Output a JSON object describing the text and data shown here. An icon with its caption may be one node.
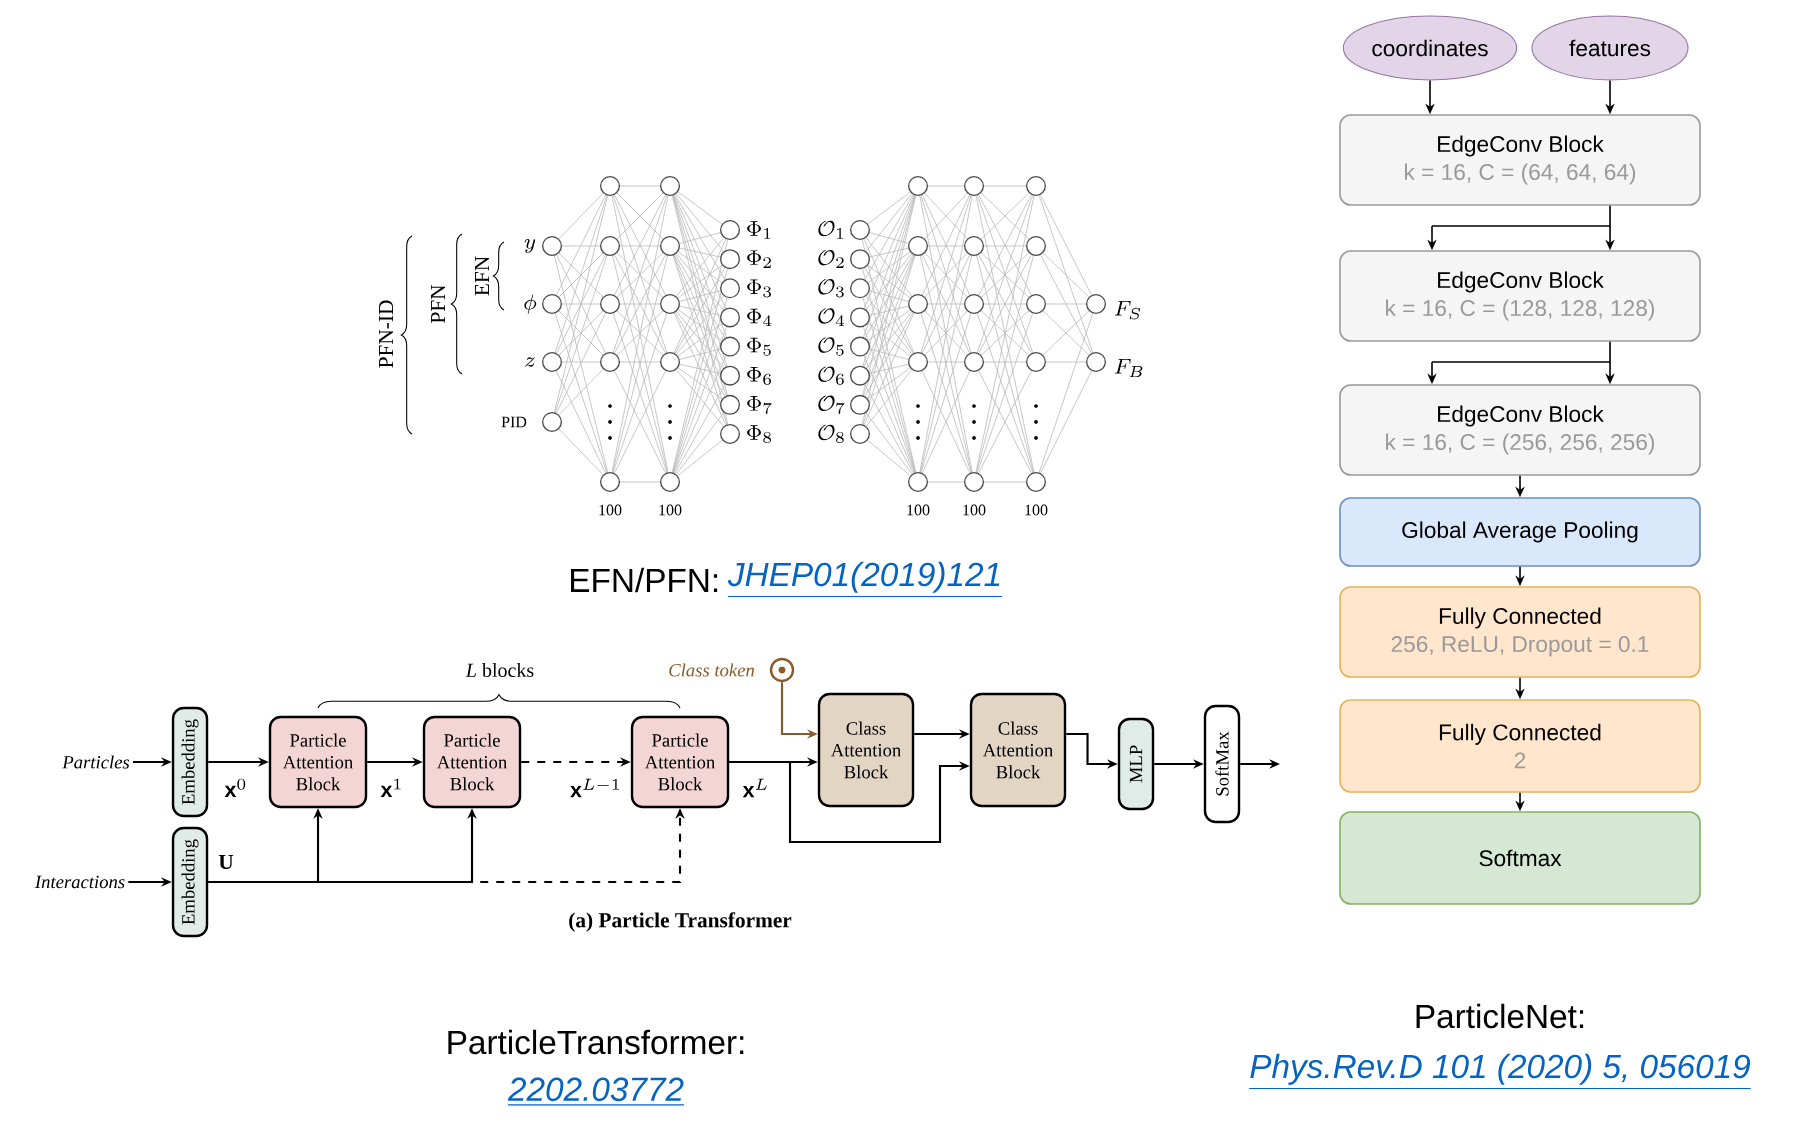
{
  "diagram": {
    "nodes": [
      {
        "text": [
          "coordinates"
        ]
      },
      {
        "text": [
          "features"
        ]
      },
      {
        "text": [
          "EdgeConv Block",
          "k = 16, C = (64, 64, 64)"
        ]
      },
      {
        "text": [
          "EdgeConv Block",
          "k = 16, C = (128, 128, 128)"
        ]
      },
      {
        "text": [
          "EdgeConv Block",
          "k = 16, C = (256, 256, 256)"
        ]
      },
      {
        "text": [
          "Global Average Pooling"
        ]
      },
      {
        "text": [
          "Fully Connected",
          "256, ReLU, Dropout = 0.1"
        ]
      },
      {
        "text": [
          "Fully Connected",
          "2"
        ]
      },
      {
        "text": [
          "Softmax"
        ]
      },
      {
        "text": [
          "Particles"
        ]
      },
      {
        "text": [
          "Interactions"
        ]
      },
      {
        "text": [
          "Embedding"
        ]
      },
      {
        "text": [
          "Embedding"
        ]
      },
      {
        "text": [
          "Particle Attention Block"
        ]
      },
      {
        "text": [
          "Particle Attention Block"
        ]
      },
      {
        "text": [
          "Particle Attention Block"
        ]
      },
      {
        "text": [],
        "shape": "circle",
        "beside": [
          "Class token"
        ]
      },
      {
        "text": [
          "Class Attention Block"
        ]
      },
      {
        "text": [
          "Class Attention Block"
        ]
      },
      {
        "text": [
          "MLP"
        ]
      },
      {
        "text": [
          "SoftMax"
        ]
      }
    ],
    "edges": [
      {
        "from": 0,
        "to": 2,
        "arrow": "to"
      },
      {
        "from": 1,
        "to": 2,
        "arrow": "to"
      },
      {
        "from": 2,
        "to": 3,
        "arrow": "to"
      },
      {
        "from": 3,
        "to": 4,
        "arrow": "to"
      },
      {
        "from": 4,
        "to": 5,
        "arrow": "to"
      },
      {
        "from": 5,
        "to": 6,
        "arrow": "to"
      },
      {
        "from": 6,
        "to": 7,
        "arrow": "to"
      },
      {
        "from": 7,
        "to": 8,
        "arrow": "to"
      },
      {
        "from": 9,
        "to": 11,
        "arrow": "to"
      },
      {
        "from": 10,
        "to": 12,
        "arrow": "to"
      },
      {
        "from": 11,
        "to": 13,
        "arrow": "to",
        "label": "\\mathbf{x}^{0}"
      },
      {
        "from": 13,
        "to": 14,
        "arrow": "to",
        "label": "\\mathbf{x}^{1}"
      },
      {
        "from": 14,
        "to": 15,
        "arrow": "to",
        "label": "\\mathbf{x}^{L-1}",
        "style": "dashed"
      },
      {
        "from": 12,
        "to": 13,
        "arrow": "to",
        "label": "U"
      },
      {
        "from": 12,
        "to": 14,
        "arrow": "to"
      },
      {
        "from": 12,
        "to": 15,
        "arrow": "to",
        "style": "dashed"
      },
      {
        "from": 15,
        "to": 17,
        "arrow": "to",
        "label": "\\mathbf{x}^{L}"
      },
      {
        "from": 15,
        "to": 18,
        "arrow": "to"
      },
      {
        "from": 16,
        "to": 17,
        "arrow": "to",
        "color": "#8b5a2b"
      },
      {
        "from": 17,
        "to": 18,
        "arrow": "to"
      },
      {
        "from": 18,
        "to": 19,
        "arrow": "to"
      },
      {
        "from": 19,
        "to": 20,
        "arrow": "to"
      },
      {
        "from": 20,
        "to": null,
        "arrow": "to"
      }
    ],
    "labels": [
      "PFN-ID",
      "PFN",
      "EFN",
      "y",
      "\\phi",
      "z",
      "PID",
      "\\Phi_{1}",
      "\\Phi_{2}",
      "\\Phi_{3}",
      "\\Phi_{4}",
      "\\Phi_{5}",
      "\\Phi_{6}",
      "\\Phi_{7}",
      "\\Phi_{8}",
      "\\mathcal{O}_{1}",
      "\\mathcal{O}_{2}",
      "\\mathcal{O}_{3}",
      "\\mathcal{O}_{4}",
      "\\mathcal{O}_{5}",
      "\\mathcal{O}_{6}",
      "\\mathcal{O}_{7}",
      "\\mathcal{O}_{8}",
      "F_{S}",
      "F_{B}",
      "100",
      "100",
      "100",
      "100",
      "100",
      "EFN/PFN:",
      "JHEP01(2019)121",
      "*L* blocks",
      "(a) Particle Transformer",
      "ParticleTransformer:",
      "2202.03772",
      "ParticleNet:",
      "Phys.Rev.D 101 (2020) 5, 056019"
    ]
  }
}
